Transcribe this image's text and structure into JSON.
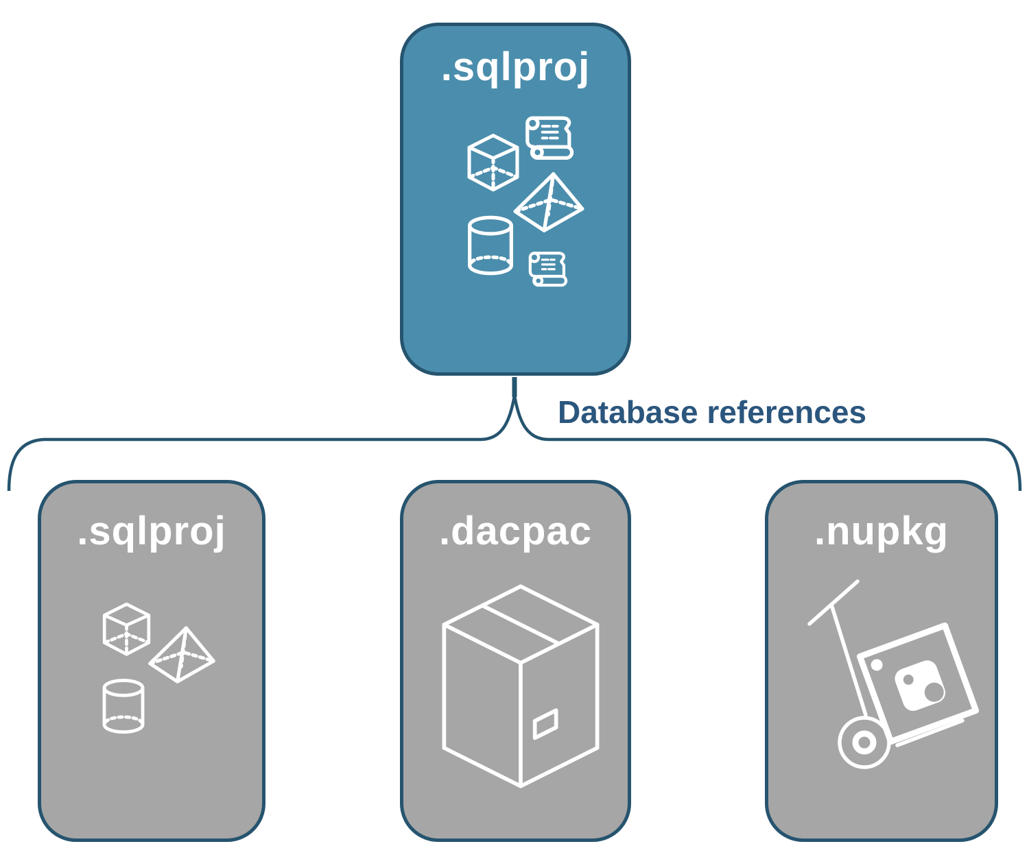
{
  "diagram": {
    "connector": {
      "label": "Database references"
    },
    "colors": {
      "accent_fill": "#4b8dac",
      "gray_fill": "#a6a6a6",
      "outline": "#26546f",
      "label_text": "#2b567d",
      "icon": "#ffffff"
    },
    "parent_node": {
      "label": ".sqlproj",
      "icons": [
        "scroll-icon",
        "cube-icon",
        "pyramid-icon",
        "cylinder-icon",
        "scroll-icon"
      ]
    },
    "child_nodes": [
      {
        "label": ".sqlproj",
        "icons": [
          "cube-icon",
          "pyramid-icon",
          "cylinder-icon"
        ]
      },
      {
        "label": ".dacpac",
        "icons": [
          "package-box-icon"
        ]
      },
      {
        "label": ".nupkg",
        "icons": [
          "hand-truck-icon",
          "nuget-logo-icon"
        ]
      }
    ]
  }
}
